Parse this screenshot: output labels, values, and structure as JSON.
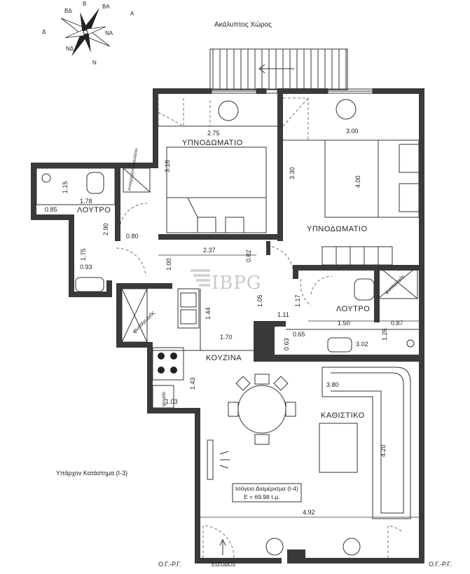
{
  "compass": {
    "directions": [
      "ΒΑ",
      "Α",
      "ΝΑ",
      "Ν",
      "ΝΔ",
      "Δ",
      "ΒΔ",
      "Β"
    ]
  },
  "outside": {
    "top_label": "Ακάλυπτος Χώρος",
    "left_label": "Υπάρχον Κατάστημα (Ι-3)",
    "level_left": "Ο.Γ.-Ρ.Γ.",
    "level_right": "Ο.Γ.-Ρ.Γ."
  },
  "rooms": {
    "bedroom1": "ΥΠΝΟΔΩΜΑΤΙΟ",
    "bedroom2": "ΥΠΝΟΔΩΜΑΤΙΟ",
    "bath1": "ΛΟΥΤΡΟ",
    "bath2": "ΛΟΥΤΡΟ",
    "kitchen": "ΚΟΥΖΙΝΑ",
    "living": "ΚΑΘΙΣΤΙΚΟ",
    "lightwell1": "φωταγωγός",
    "lightwell2": "φωταγωγός",
    "fridge": "ψυγείο",
    "wardrobe": "εντοιχισμένη ντουλάπα",
    "entrance": "ΕΙΣΟΔΟΣ"
  },
  "summary": {
    "title": "Ισόγειο Διαμέρισμα (Ι-4)",
    "area": "Ε = 69.98 τ.μ."
  },
  "logo": "IBPG",
  "dimensions": {
    "d_275": "2.75",
    "d_300": "3.00",
    "d_318": "3.18",
    "d_330": "3.30",
    "d_400": "4.00",
    "d_115": "1.15",
    "d_178": "1.78",
    "d_085": "0.85",
    "d_290": "2.90",
    "d_080": "0.80",
    "d_175": "1.75",
    "d_093": "0.93",
    "d_237": "2.37",
    "d_100": "1.00",
    "d_082": "0.82",
    "d_105": "1.05",
    "d_111": "1.11",
    "d_117": "1.17",
    "d_150": "1.50",
    "d_087": "0.87",
    "d_144": "1.44",
    "d_170": "1.70",
    "d_065": "0.65",
    "d_063": "0.63",
    "d_302": "3.02",
    "d_126": "1.26",
    "d_143": "1.43",
    "d_103": "1.03",
    "d_380": "3.80",
    "d_420": "4.20",
    "d_492": "4.92"
  }
}
